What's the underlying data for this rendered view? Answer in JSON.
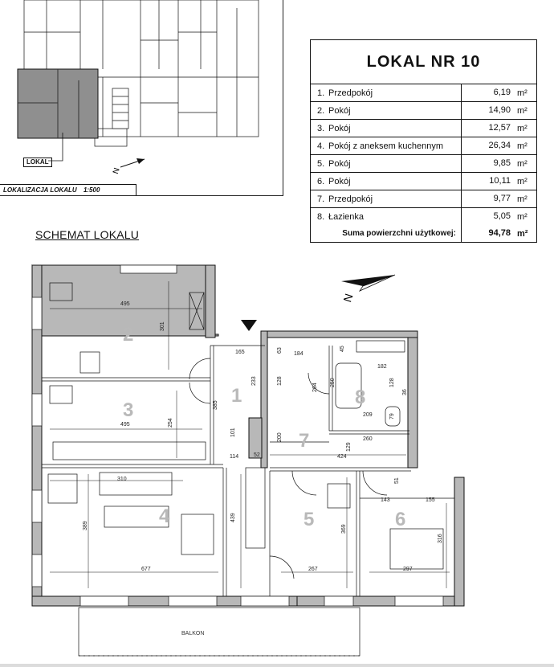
{
  "location": {
    "lokal_tag": "LOKAL",
    "caption": "LOKALIZACJA LOKALU",
    "scale": "1:500",
    "north": "N"
  },
  "unit": {
    "title": "LOKAL  NR  10",
    "rooms": [
      {
        "num": "1.",
        "name": "Przedpokój",
        "area": "6,19",
        "unit": "m²"
      },
      {
        "num": "2.",
        "name": "Pokój",
        "area": "14,90",
        "unit": "m²"
      },
      {
        "num": "3.",
        "name": "Pokój",
        "area": "12,57",
        "unit": "m²"
      },
      {
        "num": "4.",
        "name": "Pokój z aneksem kuchennym",
        "area": "26,34",
        "unit": "m²"
      },
      {
        "num": "5.",
        "name": "Pokój",
        "area": "9,85",
        "unit": "m²"
      },
      {
        "num": "6.",
        "name": "Pokój",
        "area": "10,11",
        "unit": "m²"
      },
      {
        "num": "7.",
        "name": "Przedpokój",
        "area": "9,77",
        "unit": "m²"
      },
      {
        "num": "8.",
        "name": "Łazienka",
        "area": "5,05",
        "unit": "m²"
      }
    ],
    "sum_label": "Suma powierzchni użytkowej:",
    "sum_area": "94,78",
    "sum_unit": "m²"
  },
  "schema": {
    "title": "SCHEMAT LOKALU",
    "north": "N",
    "balcony": "BALKON",
    "room_numbers": [
      "1",
      "2",
      "3",
      "4",
      "5",
      "6",
      "7",
      "8"
    ],
    "dimensions": [
      "495",
      "301",
      "495",
      "254",
      "385",
      "165",
      "63",
      "184",
      "45",
      "233",
      "128",
      "182",
      "264",
      "250",
      "128",
      "36",
      "209",
      "79",
      "101",
      "200",
      "129",
      "260",
      "114",
      "52",
      "424",
      "310",
      "51",
      "143",
      "155",
      "389",
      "439",
      "369",
      "316",
      "677",
      "267",
      "297"
    ]
  }
}
